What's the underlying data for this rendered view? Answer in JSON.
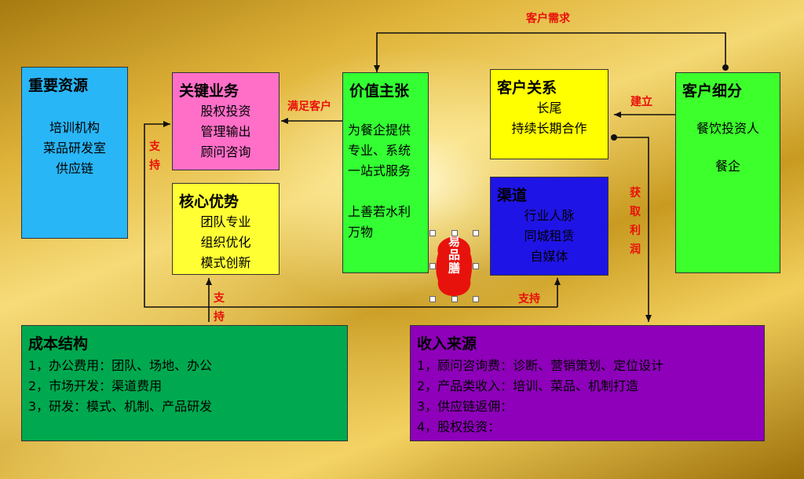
{
  "boxes": {
    "key_resources": {
      "title": "重要资源",
      "items": [
        "培训机构",
        "菜品研发室",
        "供应链"
      ]
    },
    "key_activities": {
      "title": "关键业务",
      "items": [
        "股权投资",
        "管理输出",
        "顾问咨询"
      ]
    },
    "core_advantages": {
      "title": "核心优势",
      "items": [
        "团队专业",
        "组织优化",
        "模式创新"
      ]
    },
    "value_proposition": {
      "title": "价值主张",
      "lines": [
        "为餐企提供",
        "专业、系统",
        "一站式服务",
        "",
        "上善若水利",
        "万物"
      ]
    },
    "customer_relationships": {
      "title": "客户关系",
      "items": [
        "长尾",
        "持续长期合作"
      ]
    },
    "channels": {
      "title": "渠道",
      "items": [
        "行业人脉",
        "同城租赁",
        "自媒体"
      ]
    },
    "customer_segments": {
      "title": "客户细分",
      "items": [
        "餐饮投资人",
        "",
        "餐企"
      ]
    },
    "cost_structure": {
      "title": "成本结构",
      "items": [
        "1，办公费用：团队、场地、办公",
        "2，市场开发：渠道费用",
        "3，研发：模式、机制、产品研发"
      ]
    },
    "revenue_streams": {
      "title": "收入来源",
      "items": [
        "1，顾问咨询费：诊断、营销策划、定位设计",
        "2，产品类收入：培训、菜品、机制打造",
        "3，供应链返佣：",
        "4，股权投资："
      ]
    }
  },
  "links": {
    "customer_demand": "客户需求",
    "satisfy_customer": "满足客户",
    "build": "建立",
    "gain_profit": "获取利润",
    "support_left": "支持",
    "support_cost": "支持",
    "support_bottom": "支持"
  },
  "seal": {
    "text": "易品膳",
    "color": "#e8120c"
  },
  "colors": {
    "key_resources": "#29b6f6",
    "key_activities": "#ff6fc8",
    "core_advantages": "#ffff33",
    "value_proposition": "#33ff33",
    "customer_relationships": "#ffff00",
    "channels": "#1f14e6",
    "customer_segments": "#3cff2c",
    "cost_structure": "#00a94f",
    "revenue_streams": "#8e00ba",
    "label_red": "#e8100a"
  }
}
